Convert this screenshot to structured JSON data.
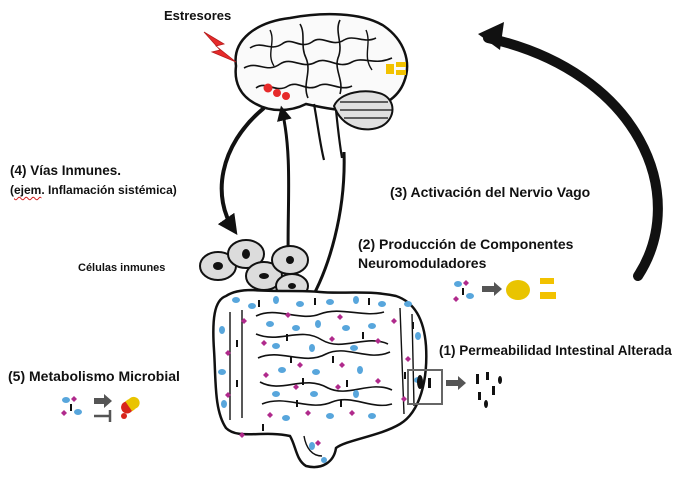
{
  "labels": {
    "stressors": "Estresores",
    "immune_pathways_line1": "(4) Vías Inmunes.",
    "immune_pathways_line2_prefix": "(",
    "immune_pathways_line2_word": "ejem",
    "immune_pathways_line2_rest": ". Inflamación sistémica)",
    "vagus_activation": "(3) Activación del Nervio Vago",
    "neuromodulators_line1": "(2) Producción de Componentes",
    "neuromodulators_line2": "Neuromoduladores",
    "immune_cells": "Células inmunes",
    "microbial_metabolism": "(5) Metabolismo Microbial",
    "intestinal_permeability": "(1) Permeabilidad Intestinal Alterada"
  },
  "colors": {
    "outline": "#111111",
    "bacteria_blue": "#58a6dc",
    "bacteria_magenta": "#b02a8c",
    "lightning_red": "#e62a2a",
    "neuro_yellow": "#f2c200",
    "metabolite_yellow": "#e9c400",
    "metabolite_red": "#d8261c",
    "cell_fill": "#dcdcdc",
    "arrow_gray": "#555555",
    "box_gray": "#666666"
  },
  "icons": {
    "stress": "lightning-bolt-icon",
    "brain": "brain-icon",
    "cells": "immune-cell-icon",
    "gut": "intestine-icon",
    "bacteria": "bacteria-cluster-icon",
    "metabolite": "capsule-icon",
    "inhibit": "inhibition-icon"
  }
}
